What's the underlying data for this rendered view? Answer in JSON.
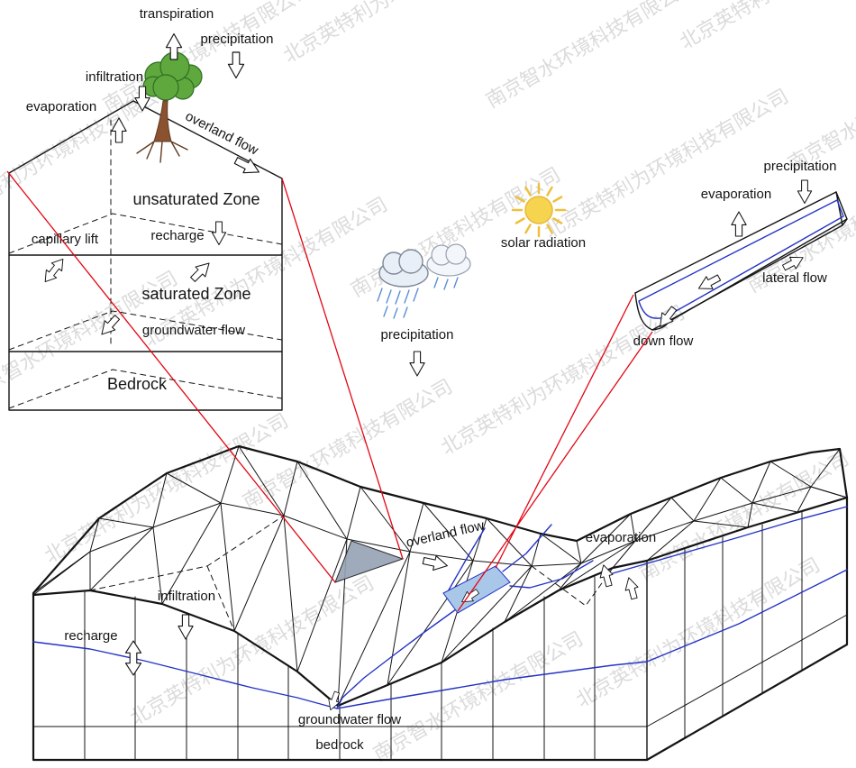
{
  "watermark": {
    "company1": "北京英特利为环境科技有限公司",
    "company2": "南京智水环境科技有限公司"
  },
  "soil_column": {
    "transpiration": "transpiration",
    "precipitation": "precipitation",
    "infiltration": "infiltration",
    "evaporation": "evaporation",
    "overland_flow": "overland flow",
    "unsaturated_zone": "unsaturated Zone",
    "capillary_lift": "capillary lift",
    "recharge": "recharge",
    "saturated_zone": "saturated Zone",
    "groundwater_flow": "groundwater flow",
    "bedrock": "Bedrock"
  },
  "atmosphere": {
    "precipitation": "precipitation",
    "solar_radiation": "solar radiation"
  },
  "channel": {
    "precipitation": "precipitation",
    "evaporation": "evaporation",
    "lateral_flow": "lateral flow",
    "down_flow": "down flow"
  },
  "terrain": {
    "overland_flow": "overland flow",
    "evaporation": "evaporation",
    "infiltration": "infiltration",
    "recharge": "recharge",
    "groundwater_flow": "groundwater flow",
    "bedrock": "bedrock"
  },
  "icons": {
    "sun": "sun-icon",
    "rain_cloud": "rain-cloud-icon",
    "tree": "tree-icon"
  },
  "colors": {
    "callout": "#e30613",
    "water": "#2433c4",
    "water_fill": "#a9c7e9",
    "cell_fill": "#95a3b4",
    "watermark": "#c6c6c6",
    "sun": "#f6d44f",
    "foliage": "#5fa83d",
    "trunk": "#8a5230"
  }
}
